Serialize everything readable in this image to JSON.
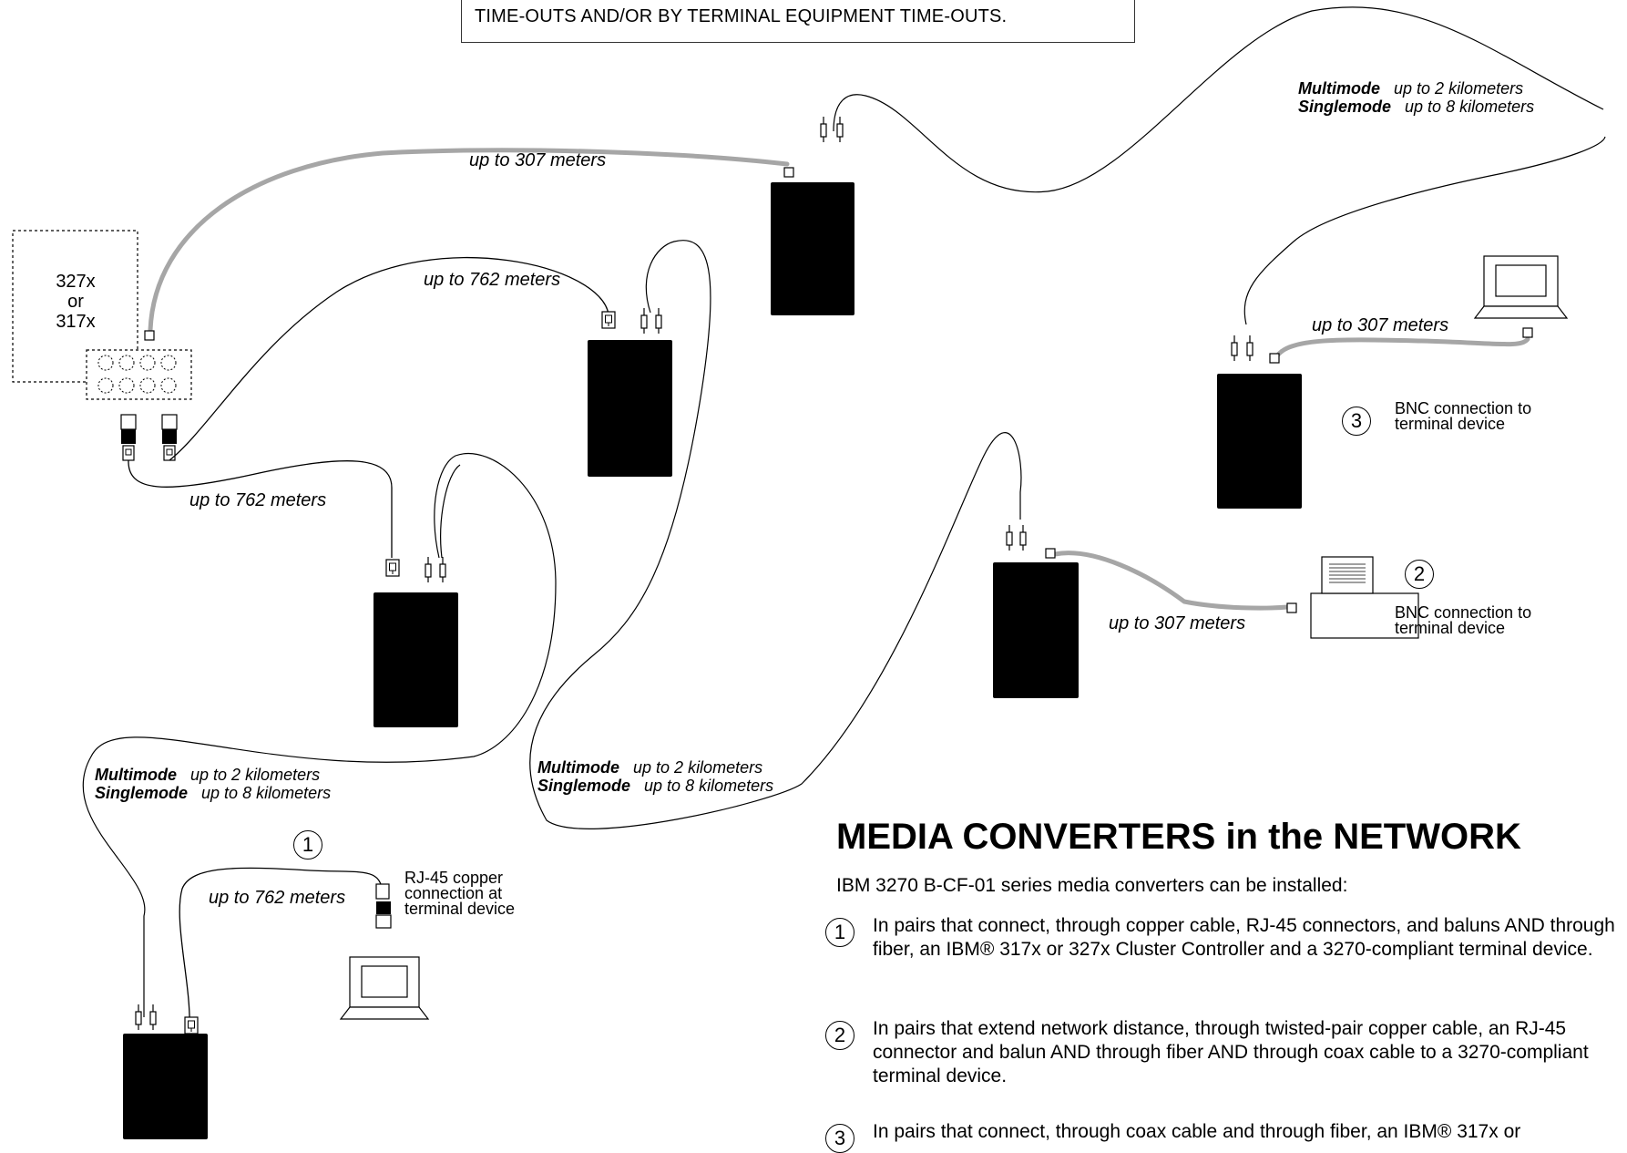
{
  "top_note": "TIME-OUTS AND/OR BY TERMINAL EQUIPMENT TIME-OUTS.",
  "cluster_label": [
    "327x",
    "or",
    "317x"
  ],
  "distances": {
    "d307_top": "up to 307 meters",
    "d762_top": "up to 762 meters",
    "d762_left": "up to 762 meters",
    "d307_right": "up to 307 meters",
    "d307_bottom": "up to 307 meters",
    "d762_bottom": "up to 762 meters"
  },
  "fiber_labels": [
    {
      "multimode": "Multimode",
      "mm_range": "up to 2 kilometers",
      "singlemode": "Singlemode",
      "sm_range": "up to 8 kilometers"
    },
    {
      "multimode": "Multimode",
      "mm_range": "up to 2 kilometers",
      "singlemode": "Singlemode",
      "sm_range": "up to 8 kilometers"
    },
    {
      "multimode": "Multimode",
      "mm_range": "up to 2 kilometers",
      "singlemode": "Singlemode",
      "sm_range": "up to 8 kilometers"
    }
  ],
  "callouts": {
    "c1_num": "1",
    "c1_text": [
      "RJ-45 copper",
      "connection at",
      "terminal device"
    ],
    "c2_num": "2",
    "c2_text": [
      "BNC connection to",
      "terminal device"
    ],
    "c3_num": "3",
    "c3_text": [
      "BNC connection to",
      "terminal device"
    ]
  },
  "section": {
    "title": "MEDIA CONVERTERS in the NETWORK",
    "intro": "IBM 3270 B-CF-01 series media converters can be installed:",
    "items": [
      {
        "num": "1",
        "text": "In pairs that connect, through copper cable, RJ-45 connectors, and baluns AND through fiber, an IBM® 317x or 327x Cluster Controller and a 3270-compliant terminal device."
      },
      {
        "num": "2",
        "text": "In pairs that extend network distance, through twisted-pair copper cable, an RJ-45 connector and balun AND through fiber AND through coax cable to a 3270-compliant terminal device."
      },
      {
        "num": "3",
        "text": "In pairs that connect, through coax cable and through fiber, an IBM® 317x or"
      }
    ]
  },
  "colors": {
    "coax": "#a6a6a6",
    "device": "#000000",
    "line": "#000000"
  }
}
